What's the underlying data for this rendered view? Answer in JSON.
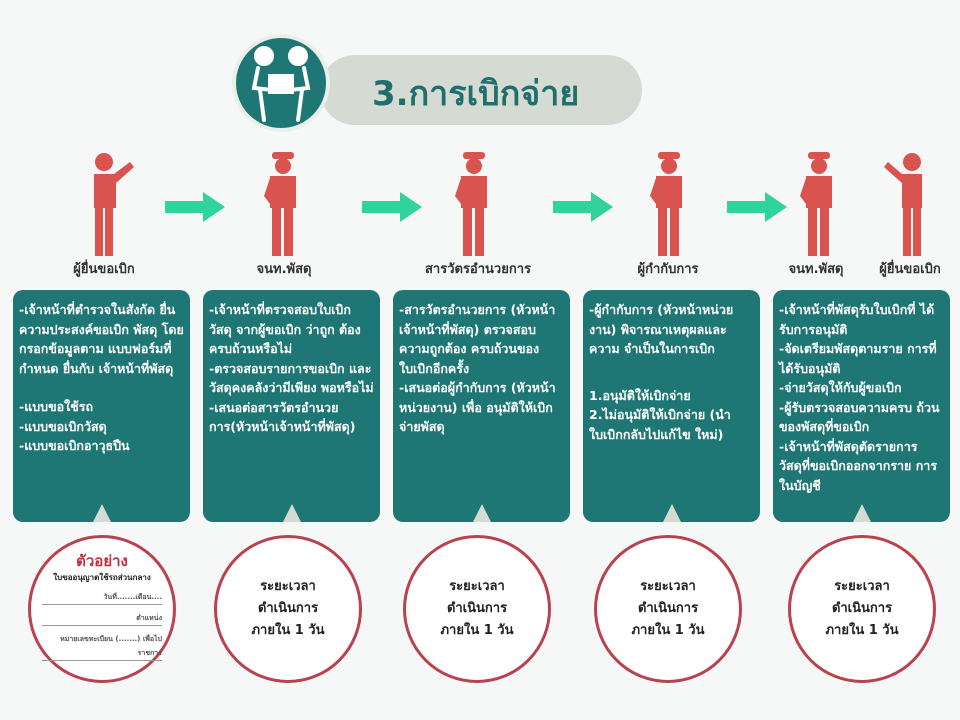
{
  "title": "3.การเบิกจ่าย",
  "colors": {
    "teal": "#1f7775",
    "figure": "#d9534f",
    "arrow": "#2fd39b",
    "circle_border": "#b9424e"
  },
  "roles": [
    "ผู้ยื่นขอเบิก",
    "จนท.พัสดุ",
    "สารวัตรอำนวยการ",
    "ผู้กำกับการ",
    "จนท.พัสดุ",
    "ผู้ยื่นขอเบิก"
  ],
  "boxes": [
    {
      "lines": [
        "-เจ้าหน้าที่ตำรวจในสังกัด ยื่นความประสงค์ขอเบิก พัสดุ โดยกรอกข้อมูลตาม แบบฟอร์มที่กำหนด ยื่นกับ เจ้าหน้าที่พัสดุ"
      ],
      "extra": [
        "-แบบขอใช้รถ",
        "-แบบขอเบิกวัสดุ",
        "-แบบขอเบิกอาวุธปืน"
      ]
    },
    {
      "lines": [
        "-เจ้าหน้าที่ตรวจสอบใบเบิก วัสดุ จากผู้ขอเบิก ว่าถูก ต้องครบถ้วนหรือไม่",
        "-ตรวจสอบรายการขอเบิก และวัสดุคงคลังว่ามีเพียง พอหรือไม่",
        "-เสนอต่อสารวัตรอำนวย การ(หัวหน้าเจ้าหน้าที่พัสดุ)"
      ]
    },
    {
      "lines": [
        "-สารวัตรอำนวยการ (หัวหน้าเจ้าหน้าที่พัสดุ) ตรวจสอบความถูกต้อง ครบถ้วนของใบเบิกอีกครั้ง",
        "-เสนอต่อผู้กำกับการ (หัวหน้าหน่วยงาน) เพื่อ อนุมัติให้เบิกจ่ายพัสดุ"
      ]
    },
    {
      "lines": [
        "-ผู้กำกับการ (หัวหน้าหน่วยงาน) พิจารณาเหตุผลและความ จำเป็นในการเบิก"
      ],
      "extra": [
        " 1.อนุมัติให้เบิกจ่าย",
        " 2.ไม่อนุมัติให้เบิกจ่าย (นำใบเบิกกลับไปแก้ไข ใหม่)"
      ]
    },
    {
      "lines": [
        "-เจ้าหน้าที่พัสดุรับใบเบิกที่ ได้รับการอนุมัติ",
        "-จัดเตรียมพัสดุตามราย การที่ได้รับอนุมัติ",
        "-จ่ายวัสดุให้กับผู้ขอเบิก",
        "-ผู้รับตรวจสอบความครบ ถ้วนของพัสดุที่ขอเบิก",
        "-เจ้าหน้าที่พัสดุตัดรายการ วัสดุที่ขอเบิกออกจากราย การในบัญชี"
      ]
    }
  ],
  "sample": {
    "heading": "ตัวอย่าง",
    "subtitle": "ใบขออนุญาตใช้รถส่วนกลาง",
    "field_date": "วันที่.......เดือน....",
    "field_position": "ตำแหน่ง",
    "field_reg": "หมายเลขทะเบียน (.......)  เพื่อไปราชการ"
  },
  "duration": {
    "line1": "ระยะเวลา",
    "line2": "ดำเนินการ",
    "line3": "ภายใน 1 วัน"
  }
}
